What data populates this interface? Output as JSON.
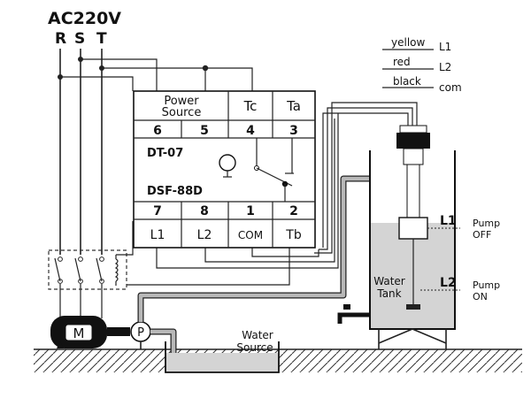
{
  "supply": {
    "voltage": "AC220V",
    "phases": [
      "R",
      "S",
      "T"
    ]
  },
  "controller": {
    "top_labels": {
      "power": "Power",
      "source": "Source",
      "tc": "Tc",
      "ta": "Ta"
    },
    "top_numbers": [
      "6",
      "5",
      "4",
      "3"
    ],
    "model1": "DT-07",
    "model2": "DSF-88D",
    "bottom_numbers": [
      "7",
      "8",
      "1",
      "2"
    ],
    "bottom_labels": [
      "L1",
      "L2",
      "COM",
      "Tb"
    ]
  },
  "probe_wires": [
    {
      "color_name": "yellow",
      "terminal": "L1"
    },
    {
      "color_name": "red",
      "terminal": "L2"
    },
    {
      "color_name": "black",
      "terminal": "com"
    }
  ],
  "motor": {
    "label": "M"
  },
  "pump": {
    "label": "P"
  },
  "water_source": {
    "line1": "Water",
    "line2": "Source"
  },
  "tank": {
    "line1": "Water",
    "line2": "Tank",
    "level_high": "L1",
    "level_low": "L2",
    "pump_off_1": "Pump",
    "pump_off_2": "OFF",
    "pump_on_1": "Pump",
    "pump_on_2": "ON"
  },
  "colors": {
    "water": "#d4d4d4",
    "pipe": "#b8b8b8",
    "line": "#222222"
  }
}
